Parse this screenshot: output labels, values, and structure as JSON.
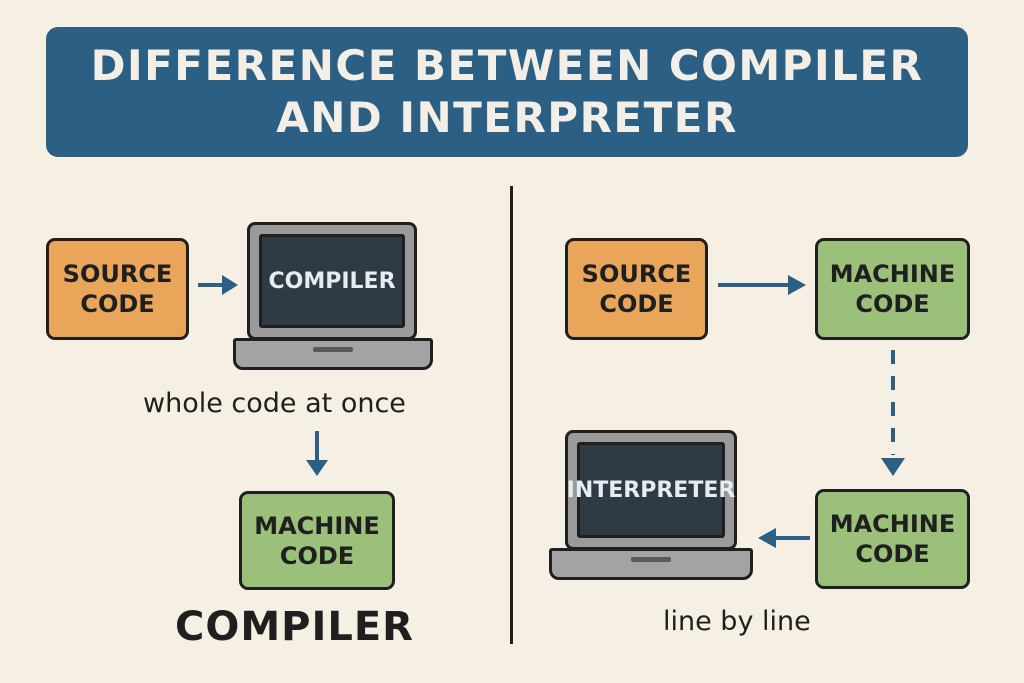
{
  "title": {
    "line1": "DIFFERENCE BETWEEN COMPILER",
    "line2": "AND INTERPRETER"
  },
  "compiler": {
    "source_box": {
      "line1": "SOURCE",
      "line2": "CODE"
    },
    "laptop_label": "COMPILER",
    "caption": "whole code at once",
    "machine_box": {
      "line1": "MACHINE",
      "line2": "CODE"
    },
    "heading": "COMPILER"
  },
  "interpreter": {
    "source_box": {
      "line1": "SOURCE",
      "line2": "CODE"
    },
    "machine_box_top": {
      "line1": "MACHINE",
      "line2": "CODE"
    },
    "machine_box_bottom": {
      "line1": "MACHINE",
      "line2": "CODE"
    },
    "laptop_label": "INTERPRETER",
    "caption": "line by line"
  },
  "colors": {
    "background": "#f5efe4",
    "banner": "#2b5f83",
    "source_box": "#e9a55a",
    "machine_box": "#9bc07a",
    "arrow": "#2b5f83",
    "screen": "#2e3b45"
  }
}
